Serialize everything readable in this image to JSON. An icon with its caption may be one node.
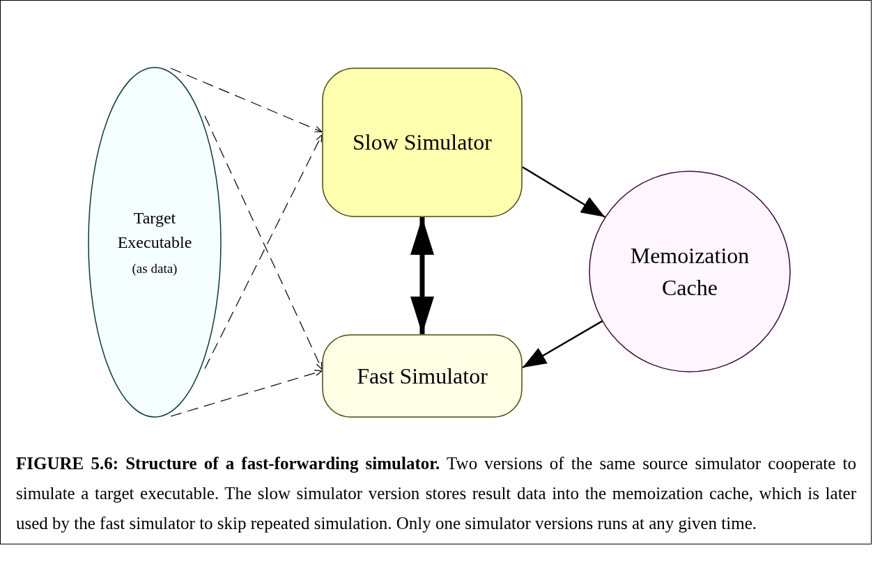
{
  "diagram": {
    "caption": "**FIGURE 5.6: Structure of a fast-forwarding simulator.** Two versions of the same source simulator cooperate to simulate a target executable. The slow simulator version stores result data into the memoization cache, which is later used by the fast simulator to skip repeated simulation. Only one simulator versions runs at any given time.",
    "nodes": [
      {
        "text": [
          "Target Executable",
          "(as data)"
        ]
      },
      {
        "text": [
          "Slow Simulator"
        ]
      },
      {
        "text": [
          "Fast Simulator"
        ]
      },
      {
        "text": [
          "Memoization Cache"
        ]
      }
    ],
    "edges": [
      {
        "from": 0,
        "to": 1,
        "arrow": "to",
        "style": "dashed"
      },
      {
        "from": 0,
        "to": 2,
        "arrow": "to",
        "style": "dashed"
      },
      {
        "from": 0,
        "to": 1,
        "arrow": "to",
        "style": "dashed"
      },
      {
        "from": 0,
        "to": 2,
        "arrow": "to",
        "style": "dashed"
      },
      {
        "from": 1,
        "to": 3,
        "arrow": "to"
      },
      {
        "from": 3,
        "to": 2,
        "arrow": "to"
      },
      {
        "from": 1,
        "to": 2,
        "arrow": "both",
        "style": "thick"
      }
    ]
  }
}
